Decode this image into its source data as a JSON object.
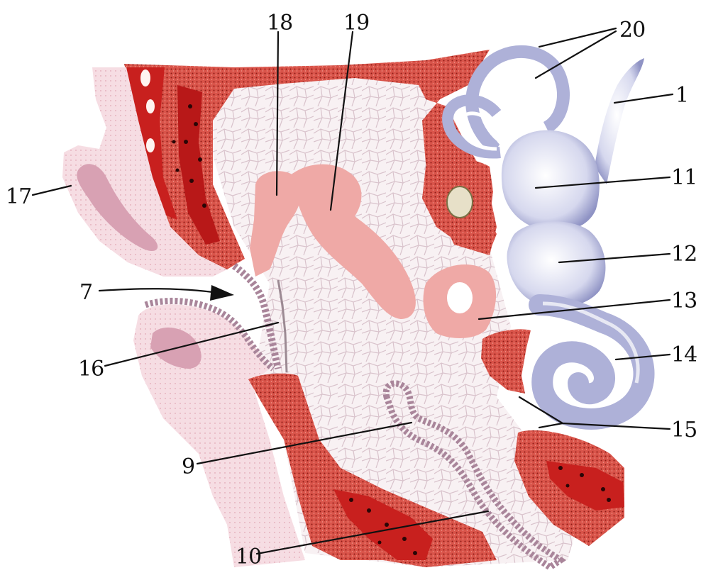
{
  "labels": {
    "l1": "1",
    "l7": "7",
    "l9": "9",
    "l10": "10",
    "l11": "11",
    "l12": "12",
    "l13": "13",
    "l14": "14",
    "l15": "15",
    "l16": "16",
    "l17": "17",
    "l18": "18",
    "l19": "19",
    "l20": "20"
  },
  "colors": {
    "tissue_red": "#d9544a",
    "tissue_dark": "#b51e1e",
    "tissue_pink": "#efa9a6",
    "mesenchyme": "#f7eef1",
    "skin": "#f6dde3",
    "labyrinth": "#c9cbe6",
    "labyrinth_edge": "#7f83b8",
    "epithelium": "#a9859a"
  }
}
